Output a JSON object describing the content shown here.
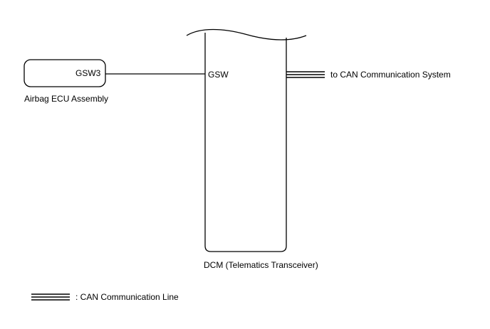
{
  "airbag_ecu": {
    "name": "Airbag ECU Assembly",
    "terminal": "GSW3"
  },
  "dcm": {
    "name": "DCM (Telematics Transceiver)",
    "terminal": "GSW"
  },
  "can_connection": {
    "label": "to CAN Communication System"
  },
  "legend": {
    "text": ": CAN Communication Line"
  },
  "colors": {
    "line": "#000000",
    "background": "#ffffff"
  }
}
